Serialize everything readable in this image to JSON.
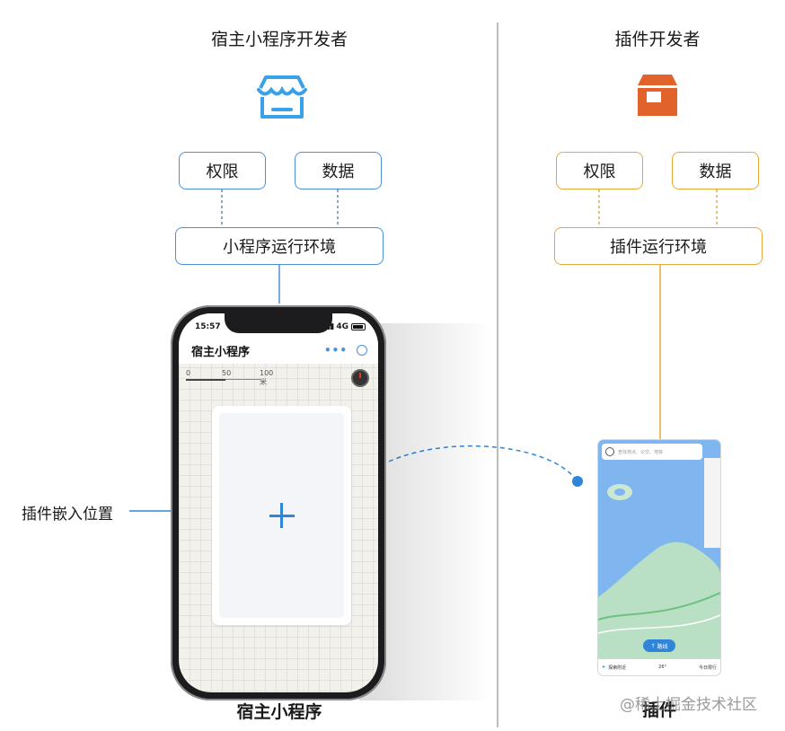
{
  "left": {
    "title": "宿主小程序开发者",
    "box_permission": "权限",
    "box_data": "数据",
    "box_env": "小程序运行环境",
    "bottom_label": "宿主小程序",
    "embed_label": "插件嵌入位置",
    "icon": "store-icon",
    "accent": "#4a90d9"
  },
  "right": {
    "title": "插件开发者",
    "box_permission": "权限",
    "box_data": "数据",
    "box_env": "插件运行环境",
    "bottom_label": "插件",
    "icon": "package-box-icon",
    "accent": "#e8a93a",
    "icon_color": "#e2622b"
  },
  "phone": {
    "time": "15:57",
    "network": "4G",
    "nav_title": "宿主小程序",
    "scale_labels": [
      "0",
      "50",
      "100 米"
    ]
  },
  "map": {
    "search_placeholder": "查找地点、公交、地铁",
    "route_button": "路线",
    "bottom_left": "探索附近",
    "temperature": "26°",
    "traffic": "今日限行"
  },
  "watermark": "@稀土掘金技术社区"
}
